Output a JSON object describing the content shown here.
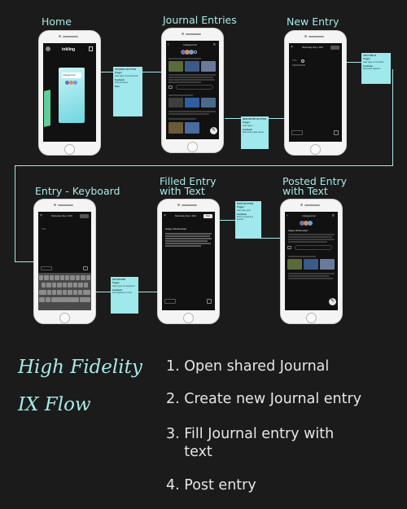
{
  "screens": {
    "home": "Home",
    "journal_entries": "Journal Entries",
    "new_entry": "New Entry",
    "entry_keyboard": "Entry - Keyboard",
    "filled_entry": "Filled Entry\nwith Text",
    "posted_entry": "Posted Entry\nwith Text"
  },
  "annotations": {
    "journal_button": {
      "title": "JOURNAL BUTTON",
      "trigger": "Trigger",
      "trigger_text": "User taps on journal icon",
      "feedback": "Feedback",
      "feedback_text": "Journal opens",
      "note": "Note"
    },
    "new_entry_button": {
      "title": "NEW ENTRY BUTTON",
      "trigger": "Trigger",
      "trigger_text": "User taps +",
      "feedback": "Feedback",
      "feedback_text": "New entry page opens"
    },
    "text_field": {
      "title": "TEXT FIELD",
      "trigger": "Trigger",
      "trigger_text": "User taps on text field",
      "feedback": "Feedback",
      "feedback_text": "Keyboard appears"
    },
    "keyboard": {
      "title": "KEYBOARD",
      "trigger": "Trigger",
      "trigger_text": "User types on keyboard",
      "feedback": "Feedback",
      "feedback_text": "Text appears in entry"
    },
    "post_button": {
      "title": "POST BUTTON",
      "trigger": "Trigger",
      "trigger_text": "User taps post",
      "feedback": "Feedback",
      "feedback_text": "Entry is posted to journal"
    }
  },
  "app": {
    "logo": "inkling",
    "journal_name": "Collegejournal",
    "date": "Wednesday, May 2, 2023",
    "placeholder": "Title",
    "entry_title": "Happy Wednesday!",
    "post": "Post"
  },
  "legend": {
    "heading_line1": "High Fidelity",
    "heading_line2": "IX Flow",
    "steps": [
      "1. Open shared Journal",
      "2. Create new Journal entry",
      "3. Fill Journal entry with\n    text",
      "4. Post entry"
    ]
  }
}
